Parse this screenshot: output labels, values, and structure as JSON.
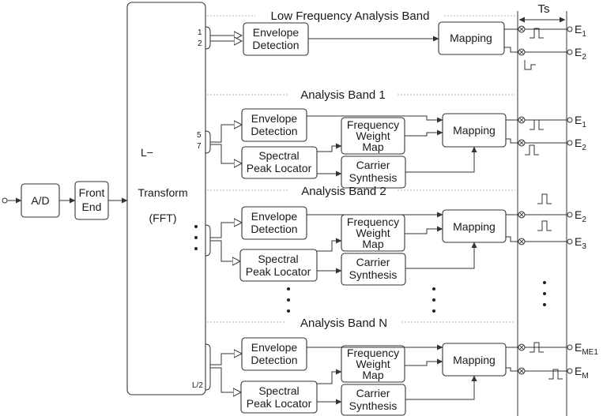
{
  "blocks": {
    "ad": "A/D",
    "front_end": [
      "Front",
      "End"
    ],
    "transform": [
      "L−",
      "Transform",
      "(FFT)"
    ],
    "envelope": [
      "Envelope",
      "Detection"
    ],
    "mapping": "Mapping",
    "freq_weight": [
      "Frequency",
      "Weight",
      "Map"
    ],
    "spectral": [
      "Spectral",
      "Peak Locator"
    ],
    "carrier": [
      "Carrier",
      "Synthesis"
    ]
  },
  "timing_label": "Ts",
  "bands": [
    {
      "title": "Low Frequency Analysis Band",
      "bins": [
        "1",
        "2"
      ]
    },
    {
      "title": "Analysis Band 1",
      "bins": [
        "5",
        "7"
      ]
    },
    {
      "title": "Analysis Band 2",
      "bins": []
    },
    {
      "title": "Analysis Band N",
      "bins": [
        "L/2"
      ]
    }
  ],
  "outputs": [
    {
      "base": "E",
      "sub": "1"
    },
    {
      "base": "E",
      "sub": "2"
    },
    {
      "base": "E",
      "sub": "1"
    },
    {
      "base": "E",
      "sub": "2"
    },
    {
      "base": "E",
      "sub": "2"
    },
    {
      "base": "E",
      "sub": "3"
    },
    {
      "base": "E",
      "sub": "ME1"
    },
    {
      "base": "E",
      "sub": "M"
    }
  ]
}
